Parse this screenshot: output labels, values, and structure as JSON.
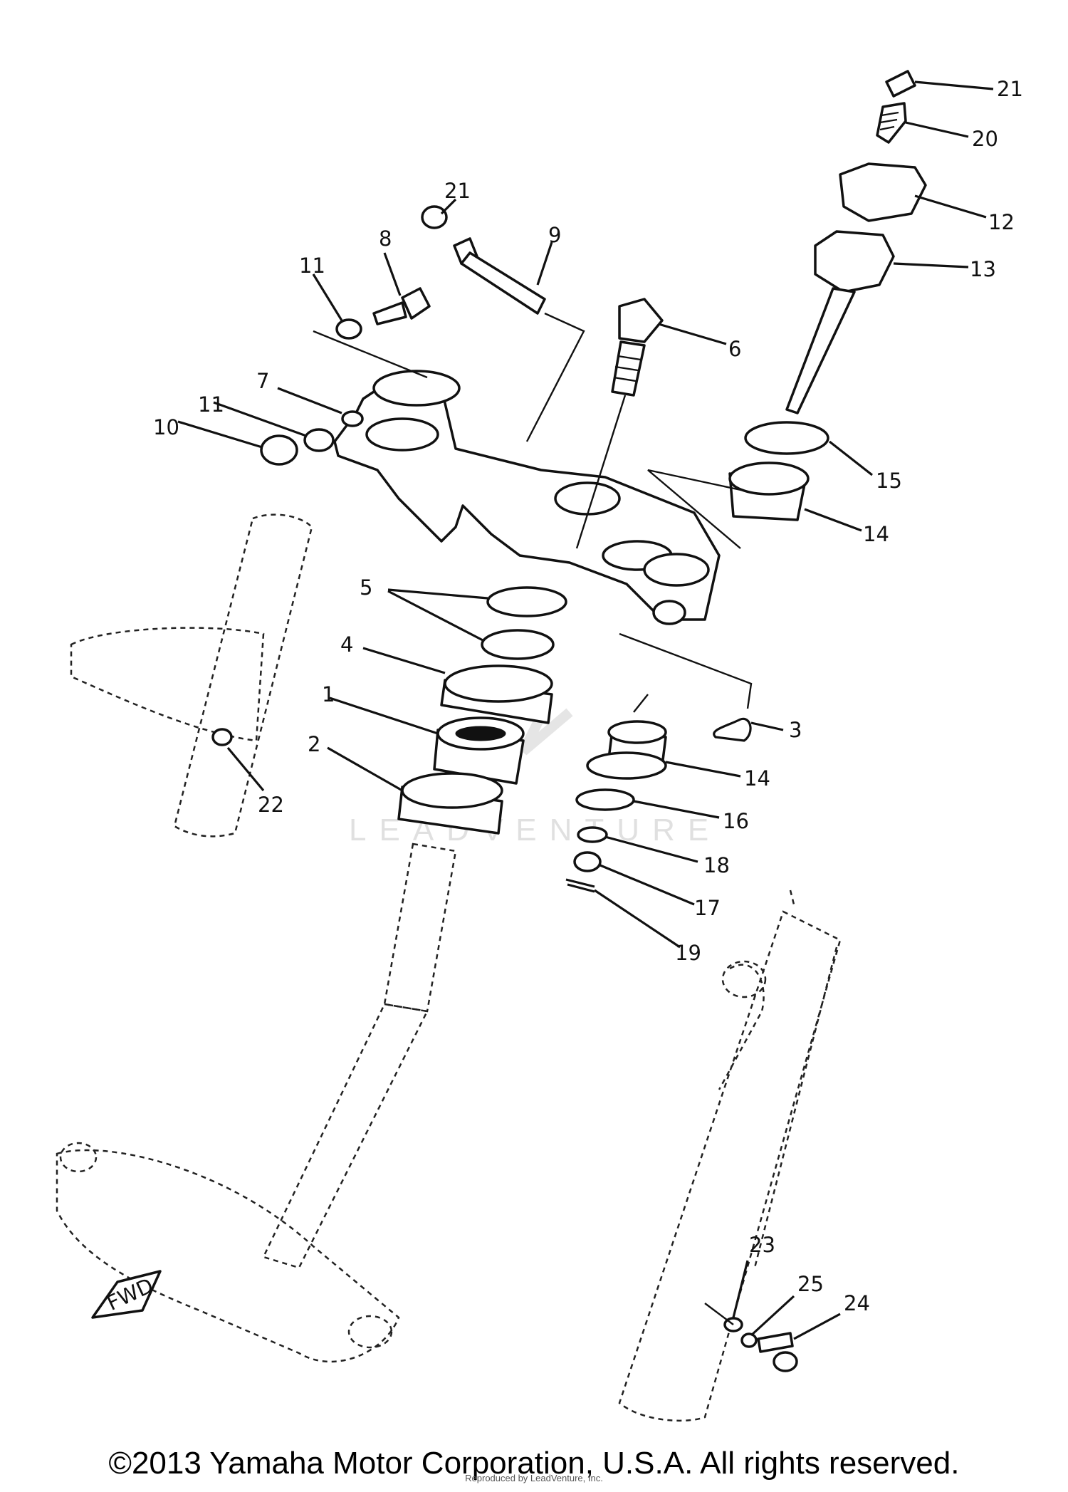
{
  "callouts": [
    "21",
    "20",
    "12",
    "13",
    "21",
    "8",
    "9",
    "11",
    "6",
    "7",
    "11",
    "10",
    "15",
    "14",
    "5",
    "4",
    "1",
    "2",
    "22",
    "3",
    "14",
    "16",
    "18",
    "17",
    "19",
    "23",
    "25",
    "24"
  ],
  "watermark": "LEADVENTURE",
  "fwd_label": "FWD",
  "footer": {
    "copyright": "©2013 Yamaha Motor Corporation, U.S.A. All rights reserved.",
    "reprint": "Reproduced by LeadVenture, Inc."
  }
}
